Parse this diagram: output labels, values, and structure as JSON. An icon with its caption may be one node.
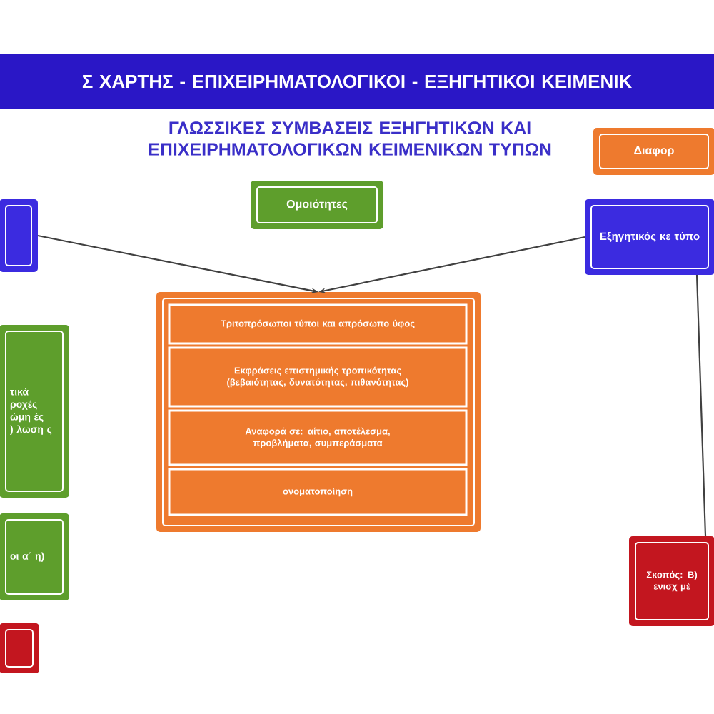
{
  "diagram": {
    "title": "ΓΛΩΣΣΙΚΕΣ ΣΥΜΒΑΣΕΙΣ ΕΞΗΓΗΤΙΚΩΝ ΚΑΙ ΕΠΙΧΕΙΡΗΜΑΤΟΛΟΓΙΚΩΝ ΚΕΙΜΕΝΙΚΩΝ ΤΥΠΩΝ",
    "nodes": [
      {
        "text": [
          "Σ ΧΑΡΤΗΣ - ΕΠΙΧΕΙΡΗΜΑΤΟΛΟΓΙΚΟΙ - ΕΞΗΓΗΤΙΚΟΙ ΚΕΙΜΕΝΙΚ"
        ]
      },
      {
        "text": [
          "Ομοιότητες"
        ]
      },
      {
        "text": [
          "Διαφορ"
        ]
      },
      {
        "text": [],
        "shape": "box"
      },
      {
        "text": [
          "Εξηγητικός κε τύπο"
        ]
      },
      {
        "text": [],
        "shape": "box"
      },
      {
        "text": [
          "Τριτοπρόσωποι τύποι και απρόσωπο ύφος"
        ],
        "in": 5
      },
      {
        "text": [
          "Εκφράσεις επιστημικής τροπικότητας (βεβαιότητας, δυνατότητας, πιθανότητας)"
        ],
        "in": 5
      },
      {
        "text": [
          "Αναφορά σε: αίτιο, αποτέλεσμα, προβλήματα, συμπεράσματα"
        ],
        "in": 5
      },
      {
        "text": [
          "ονοματοποίηση"
        ],
        "in": 5
      },
      {
        "text": [
          "τικά ροχές ώμη ές ) λωση ς"
        ]
      },
      {
        "text": [
          "οι α΄ η)"
        ]
      },
      {
        "text": [],
        "shape": "box"
      },
      {
        "text": [
          "Σκοπός: Β) ενισχ μέ"
        ]
      }
    ],
    "edges": [
      {
        "from": 3,
        "to": 5,
        "arrow": "to"
      },
      {
        "from": 4,
        "to": 5,
        "arrow": "to"
      },
      {
        "from": 4,
        "to": 13,
        "arrow": "none"
      }
    ]
  }
}
